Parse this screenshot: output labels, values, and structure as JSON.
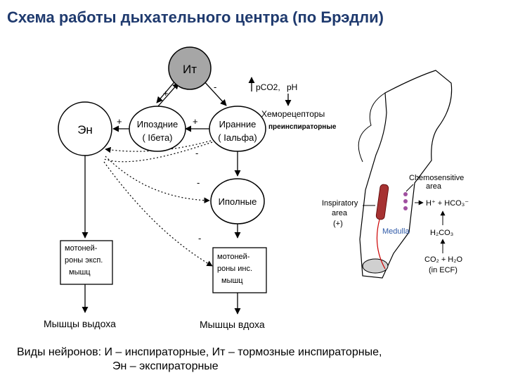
{
  "title": "Схема работы дыхательного центра (по Брэдли)",
  "nodes": {
    "it": "Ит",
    "en": "Эн",
    "i_late": [
      "Ипоздние",
      "( Iбета)"
    ],
    "i_early": [
      "Иранние",
      "( Iальфа)"
    ],
    "i_full": "Иполные",
    "mn_exp": [
      "мотоней-",
      "роны эксп.",
      "мышц"
    ],
    "mn_insp": [
      "мотоней-",
      "роны инс.",
      "мышц"
    ]
  },
  "signs": {
    "plus": "+",
    "minus": "-"
  },
  "chemo": {
    "pco2": "pCO2,",
    "ph": "pH",
    "receptors": "Хеморецепторы",
    "preinsp": "преинспираторные"
  },
  "muscles": {
    "exp": "Мышцы выдоха",
    "insp": "Мышцы вдоха"
  },
  "medulla": {
    "chemo_area": [
      "Chemosensitive",
      "area"
    ],
    "insp_area": [
      "Inspiratory",
      "area",
      "(+)"
    ],
    "medulla": "Medulla",
    "h_hco3": "H⁺ + HCO₃⁻",
    "h2co3": "H₂CO₃",
    "co2_h2o": "CO₂ + H₂O",
    "ecf": "(in ECF)"
  },
  "caption": {
    "line1": "Виды нейронов: И – инспираторные, Ит – тормозные инспираторные,",
    "line2": "Эн – экспираторные"
  },
  "colors": {
    "title": "#1f3a6e",
    "it_fill": "#a6a6a6",
    "medulla_text": "#2f5aa8",
    "nerve": "#cc0000",
    "muscle": "#a63232"
  }
}
